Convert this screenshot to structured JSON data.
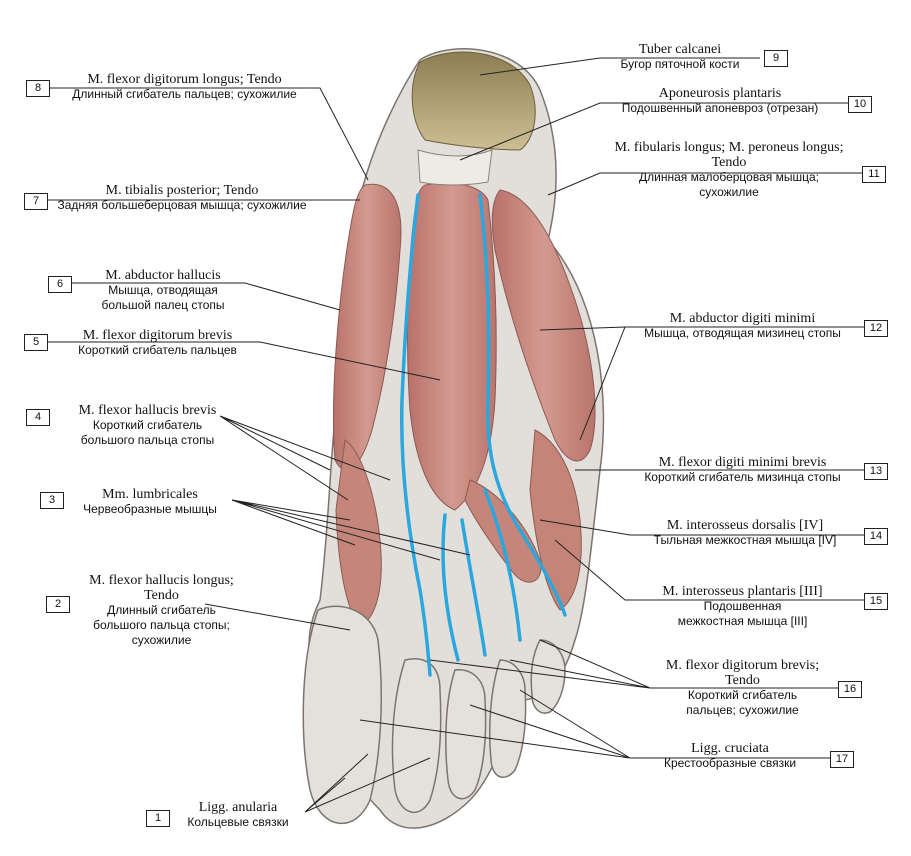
{
  "labels": [
    {
      "num": "1",
      "latin": "Ligg. anularia",
      "russian": "Кольцевые связки"
    },
    {
      "num": "2",
      "latin": "M. flexor hallucis longus; Tendo",
      "russian": "Длинный сгибатель большого пальца стопы; сухожилие"
    },
    {
      "num": "3",
      "latin": "Mm. lumbricales",
      "russian": "Червеобразные мышцы"
    },
    {
      "num": "4",
      "latin": "M. flexor hallucis brevis",
      "russian": "Короткий сгибатель большого пальца стопы"
    },
    {
      "num": "5",
      "latin": "M. flexor digitorum brevis",
      "russian": "Короткий сгибатель пальцев"
    },
    {
      "num": "6",
      "latin": "M. abductor hallucis",
      "russian": "Мышца, отводящая большой палец стопы"
    },
    {
      "num": "7",
      "latin": "M. tibialis posterior; Tendo",
      "russian": "Задняя большеберцовая мышца; сухожилие"
    },
    {
      "num": "8",
      "latin": "M. flexor digitorum longus; Tendo",
      "russian": "Длинный сгибатель пальцев; сухожилие"
    },
    {
      "num": "9",
      "latin": "Tuber calcanei",
      "russian": "Бугор пяточной кости"
    },
    {
      "num": "10",
      "latin": "Aponeurosis plantaris",
      "russian": "Подошвенный апоневроз (отрезан)"
    },
    {
      "num": "11",
      "latin": "M. fibularis longus; M. peroneus longus; Tendo",
      "russian": "Длинная малоберцовая мышца; сухожилие"
    },
    {
      "num": "12",
      "latin": "M. abductor digiti minimi",
      "russian": "Мышца, отводящая мизинец стопы"
    },
    {
      "num": "13",
      "latin": "M. flexor digiti minimi brevis",
      "russian": "Короткий сгибатель мизинца стопы"
    },
    {
      "num": "14",
      "latin": "M. interosseus dorsalis [IV]",
      "russian": "Тыльная межкостная мышца [IV]"
    },
    {
      "num": "15",
      "latin": "M. interosseus plantaris [III]",
      "russian": "Подошвенная межкостная мышца [III]"
    },
    {
      "num": "16",
      "latin": "M. flexor digitorum brevis; Tendo",
      "russian": "Короткий сгибатель пальцев; сухожилие"
    },
    {
      "num": "17",
      "latin": "Ligg. cruciata",
      "russian": "Крестообразные связки"
    }
  ],
  "colors": {
    "muscle": "#c98a80",
    "tendon": "#e6e3df",
    "bone": "#b6a97e",
    "tendon_sheath_highlight": "#2aa7df"
  }
}
